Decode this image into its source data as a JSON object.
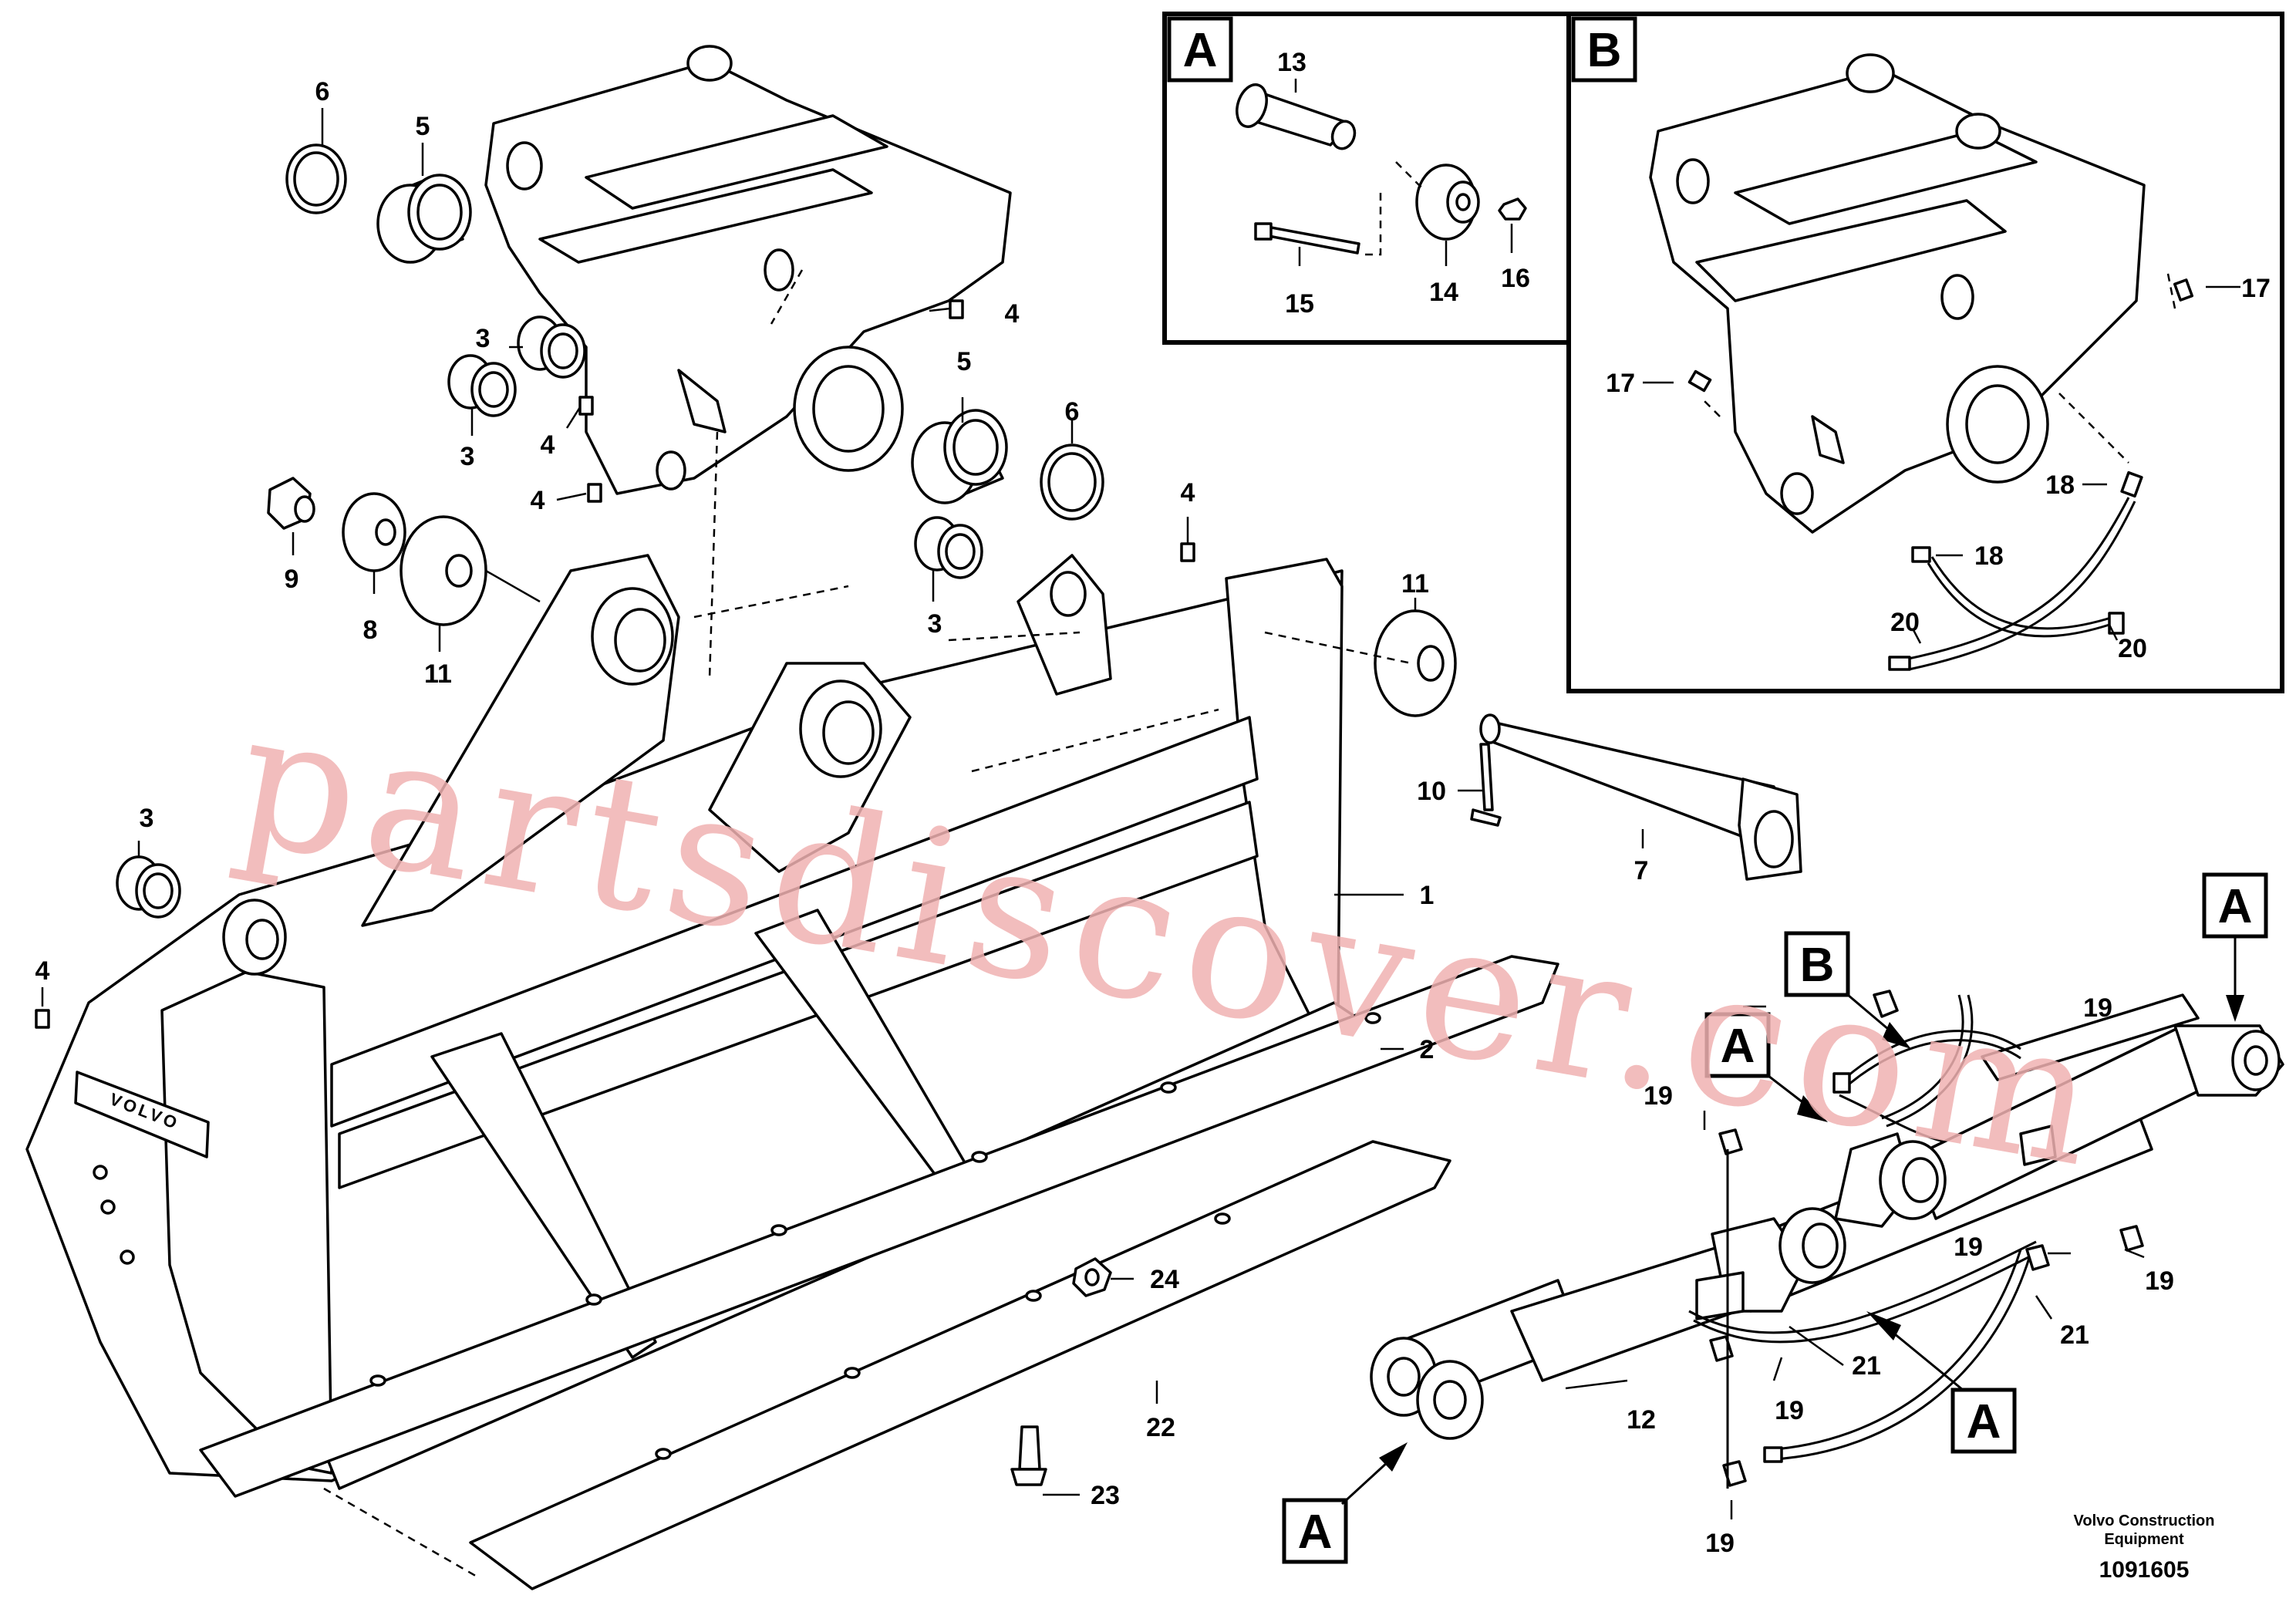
{
  "callouts": {
    "c1": "1",
    "c2": "2",
    "c3": "3",
    "c4": "4",
    "c5": "5",
    "c6": "6",
    "c7": "7",
    "c8": "8",
    "c9": "9",
    "c10": "10",
    "c11": "11",
    "c12": "12",
    "c13": "13",
    "c14": "14",
    "c15": "15",
    "c16": "16",
    "c17": "17",
    "c18": "18",
    "c19": "19",
    "c20": "20",
    "c21": "21",
    "c22": "22",
    "c23": "23",
    "c24": "24"
  },
  "detail_boxes": {
    "a": "A",
    "b": "B"
  },
  "reference_tags": {
    "a": "A",
    "b": "B"
  },
  "watermark": "partsdiscover.com",
  "brand_logo_text": "VOLVO",
  "footer": {
    "brand_line1": "Volvo Construction",
    "brand_line2": "Equipment",
    "drawing_number": "1091605"
  }
}
